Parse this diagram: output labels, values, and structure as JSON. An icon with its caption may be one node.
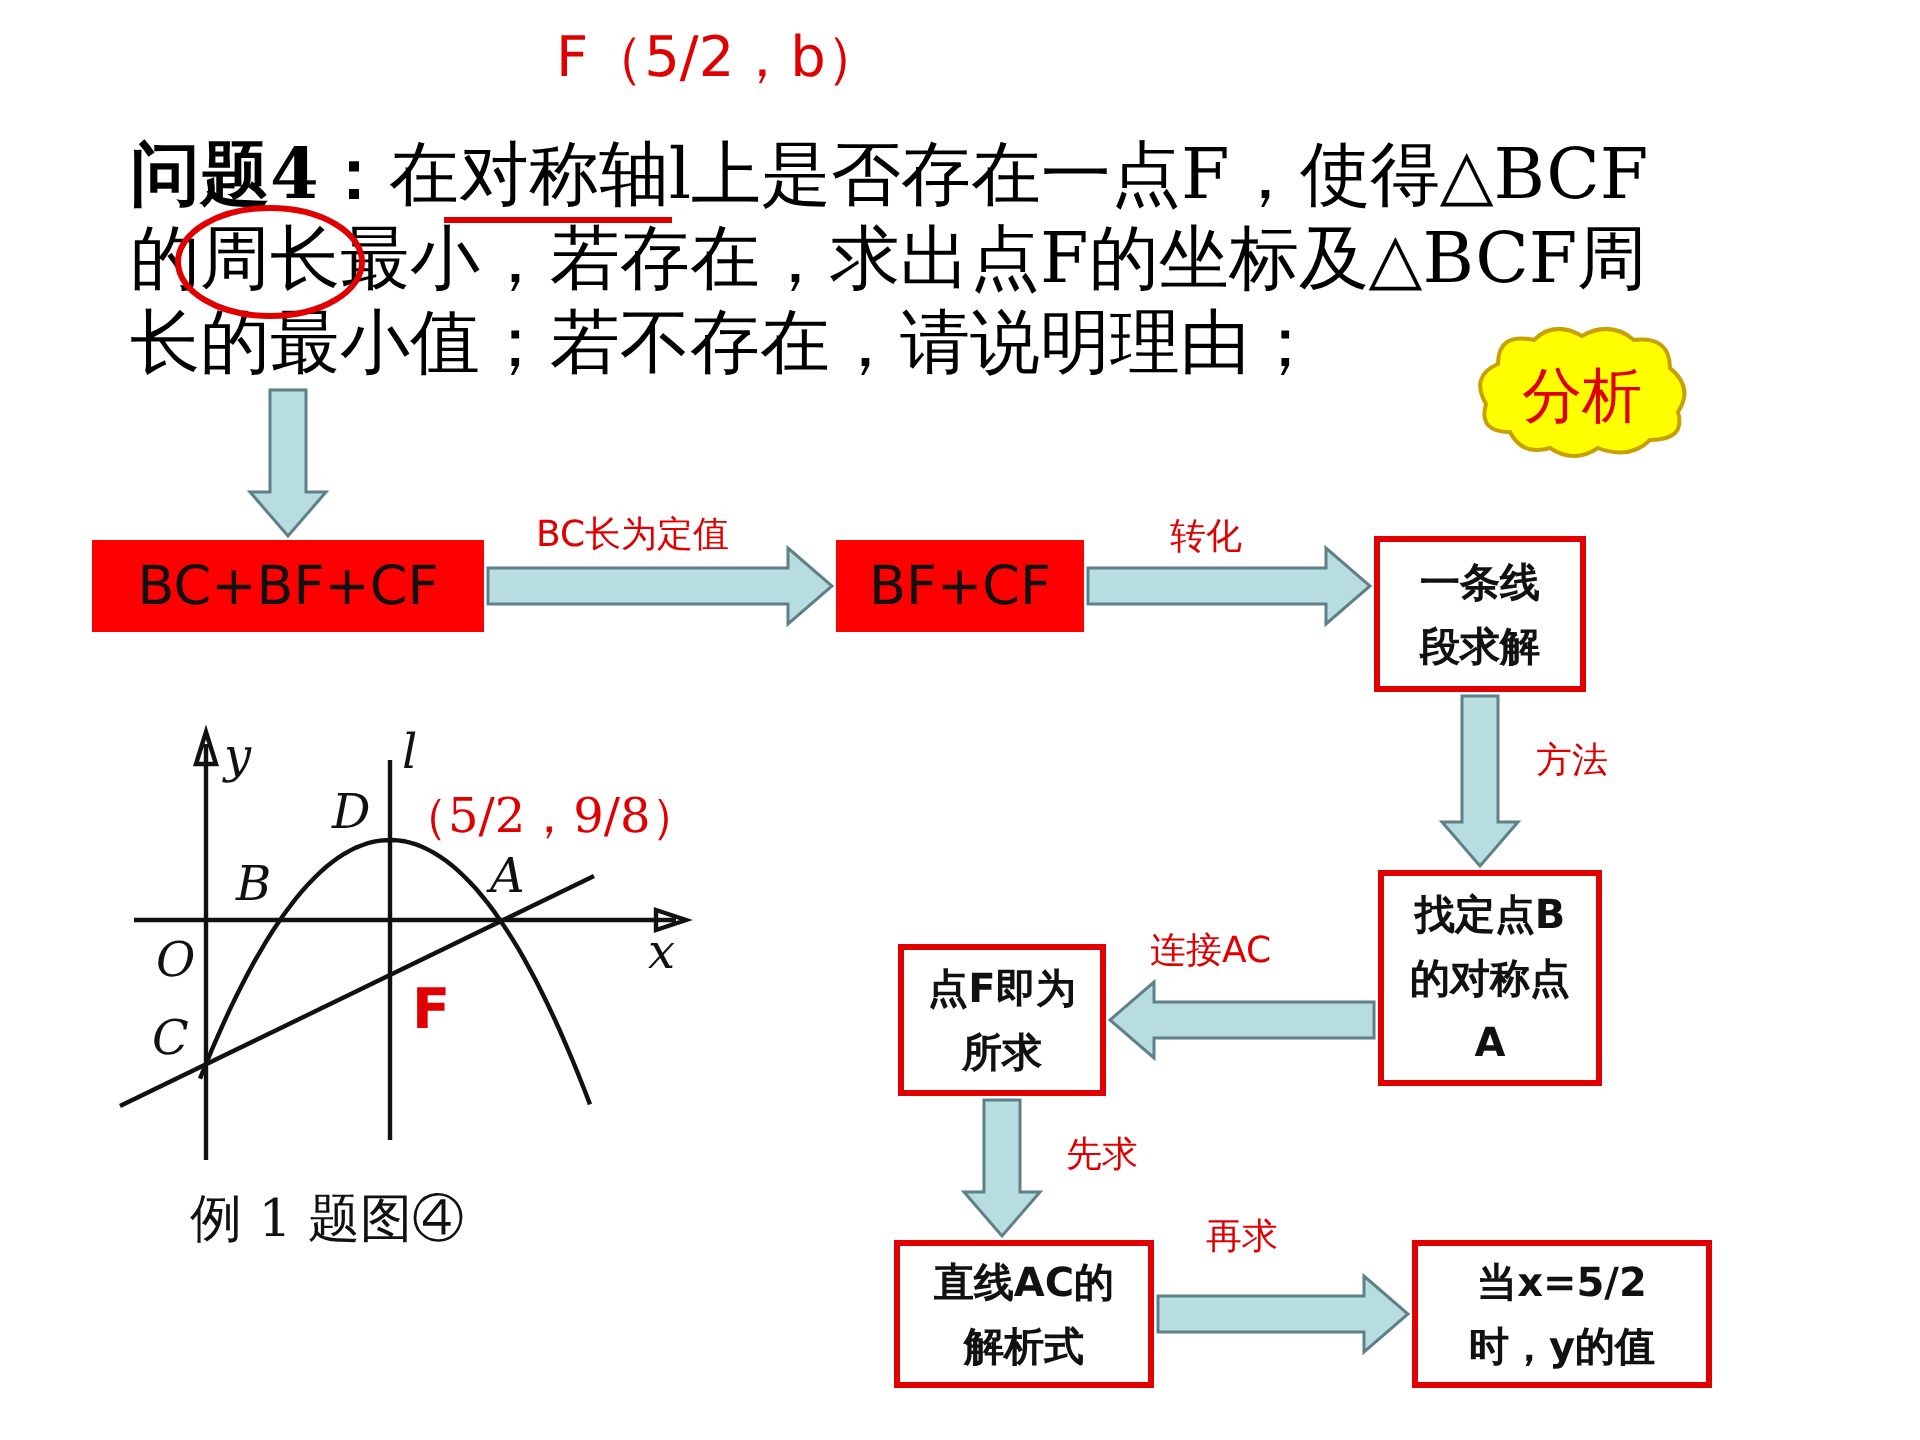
{
  "diagram": {
    "nodes": [
      {
        "text": [
          "**问题4：**在对称轴l上是否存在一点F，使得△BCF的周长最小，若存在，求出点F的坐标及△BCF周长的最小值；若不存在，请说明理由；"
        ]
      },
      {
        "text": [
          "BC+BF+CF"
        ]
      },
      {
        "text": [
          "BF+CF"
        ]
      },
      {
        "text": [
          "一条线段求解"
        ]
      },
      {
        "text": [
          "找定点B的对称点A"
        ]
      },
      {
        "text": [
          "点F即为所求"
        ]
      },
      {
        "text": [
          "直线AC的解析式"
        ]
      },
      {
        "text": [
          "当x=5/2时，y的值"
        ]
      },
      {
        "text": [
          "分析"
        ]
      },
      {
        "text": [],
        "shape": "circle",
        "in": 0
      }
    ],
    "edges": [
      {
        "from": 0,
        "to": 1,
        "arrow": "to"
      },
      {
        "from": 1,
        "to": 2,
        "arrow": "to",
        "label": "BC长为定值"
      },
      {
        "from": 2,
        "to": 3,
        "arrow": "to",
        "label": "转化"
      },
      {
        "from": 3,
        "to": 4,
        "arrow": "to",
        "label": "方法"
      },
      {
        "from": 4,
        "to": 5,
        "arrow": "to",
        "label": "连接AC"
      },
      {
        "from": 5,
        "to": 6,
        "arrow": "to",
        "label": "先求"
      },
      {
        "from": 6,
        "to": 7,
        "arrow": "to",
        "label": "再求"
      }
    ],
    "labels": [
      "F（5/2，b）",
      "y",
      "l",
      "D",
      "（5/2，9/8）",
      "B",
      "A",
      "O",
      "x",
      "C",
      "F",
      "例 1 题图④"
    ]
  }
}
